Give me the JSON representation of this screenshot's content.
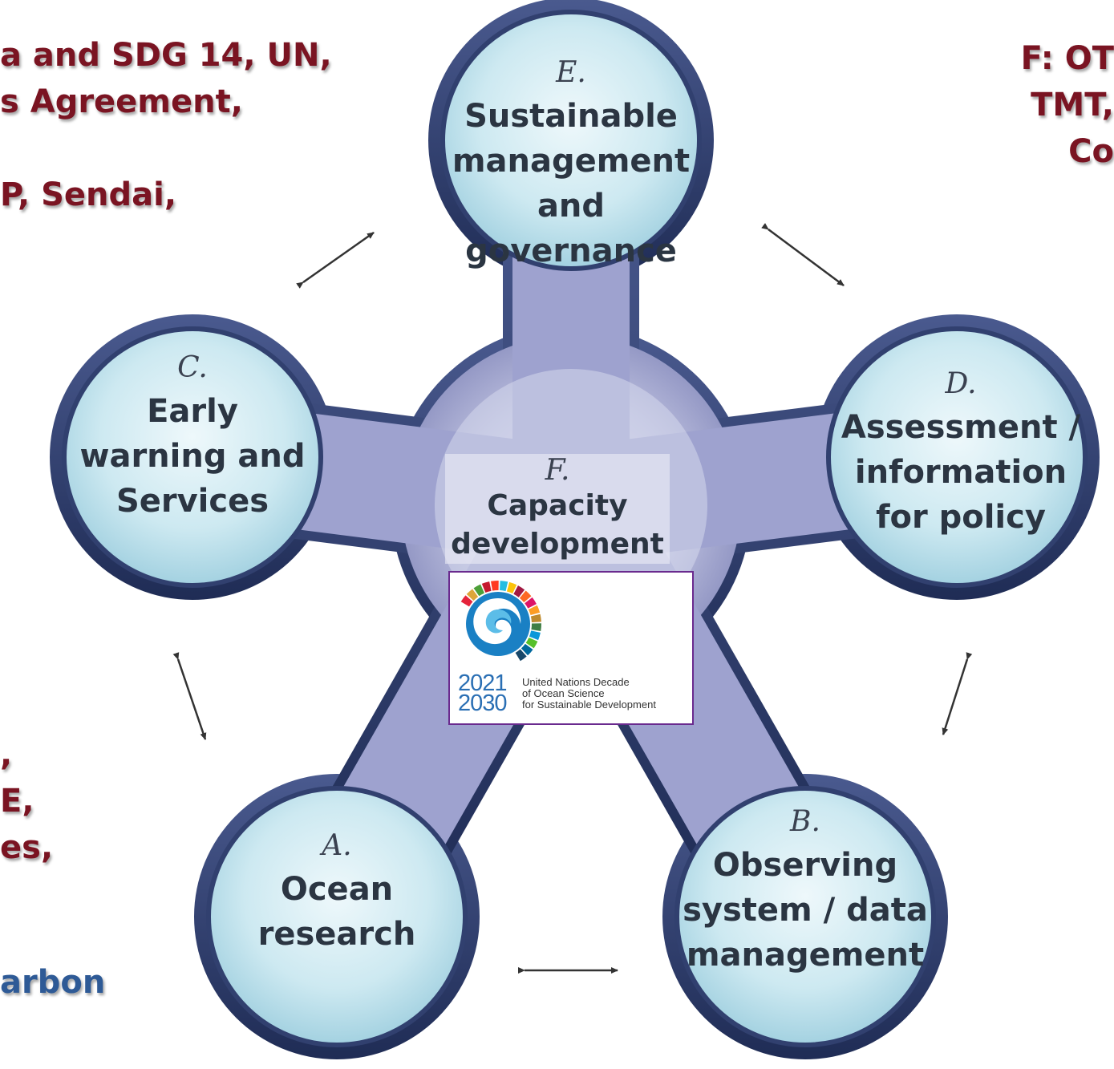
{
  "background_texts": {
    "top_left_lines": [
      "a and SDG 14, UN,",
      "s Agreement,",
      "",
      "P, Sendai,"
    ],
    "top_right_lines": [
      "F: OT",
      "TMT, ",
      "Co"
    ],
    "bottom_left_lines": [
      ",",
      "E,",
      "es,",
      "",
      "arbon"
    ]
  },
  "nodes": {
    "E": {
      "letter": "E.",
      "lines": [
        "Sustainable",
        "management",
        "and",
        "governance"
      ]
    },
    "C": {
      "letter": "C.",
      "lines": [
        "Early",
        "warning and",
        "Services"
      ]
    },
    "D": {
      "letter": "D.",
      "lines": [
        "Assessment /",
        "information",
        "for policy"
      ]
    },
    "A": {
      "letter": "A.",
      "lines": [
        "Ocean",
        "research"
      ]
    },
    "B": {
      "letter": "B.",
      "lines": [
        "Observing",
        "system / data",
        "management"
      ]
    },
    "F": {
      "letter": "F.",
      "lines": [
        "Capacity",
        "development"
      ]
    }
  },
  "logo": {
    "year_start": "2021",
    "year_end": "2030",
    "caption_lines": [
      "United Nations Decade",
      "of Ocean Science",
      "for Sustainable Development"
    ],
    "colors": [
      "#e5243b",
      "#dda63a",
      "#4c9f38",
      "#c5192d",
      "#ff3a21",
      "#26bde2",
      "#fcc30b",
      "#a21942",
      "#fd6925",
      "#dd1367",
      "#fd9d24",
      "#bf8b2e",
      "#3f7e44",
      "#0a97d9",
      "#56c02b",
      "#00689d",
      "#19486a"
    ]
  },
  "colors": {
    "ring_dark": "#2b3a6b",
    "hub_fill": "#9b9fcb",
    "node_light": "#e6f4f8",
    "node_mid": "#b5dde9",
    "text_red": "#7a1422",
    "text_blue": "#2e5a96"
  }
}
